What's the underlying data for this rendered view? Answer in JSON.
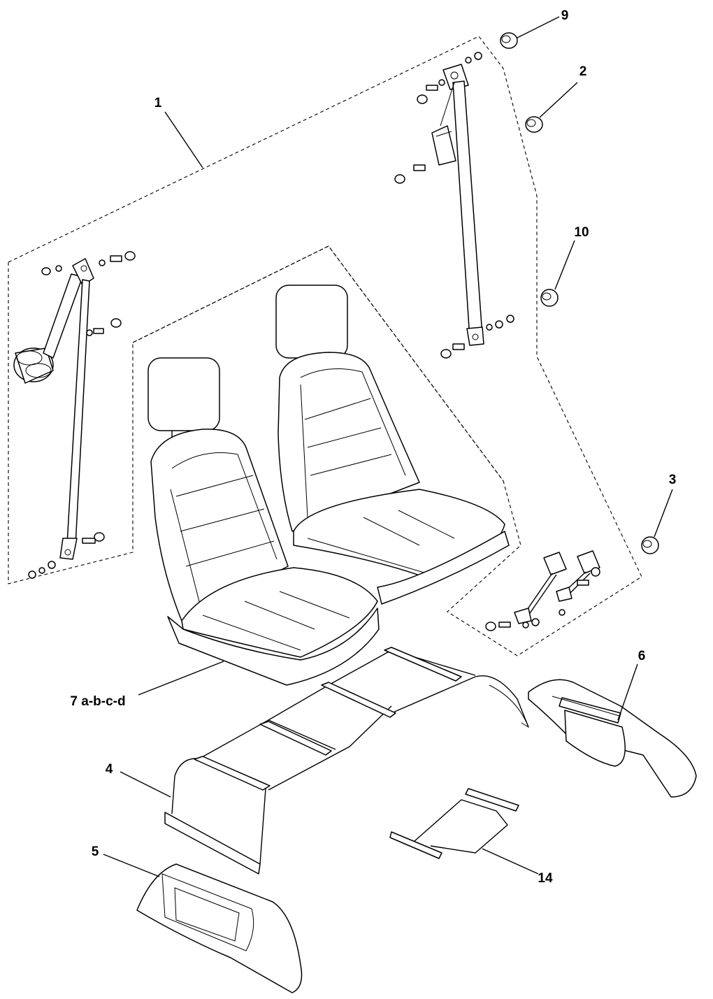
{
  "callouts": [
    {
      "id": "c1",
      "text": "1"
    },
    {
      "id": "c2",
      "text": "2"
    },
    {
      "id": "c3",
      "text": "3"
    },
    {
      "id": "c4",
      "text": "4"
    },
    {
      "id": "c5",
      "text": "5"
    },
    {
      "id": "c6",
      "text": "6"
    },
    {
      "id": "c7",
      "text": "7 a-b-c-d"
    },
    {
      "id": "c9",
      "text": "9"
    },
    {
      "id": "c10",
      "text": "10"
    },
    {
      "id": "c14",
      "text": "14"
    }
  ]
}
